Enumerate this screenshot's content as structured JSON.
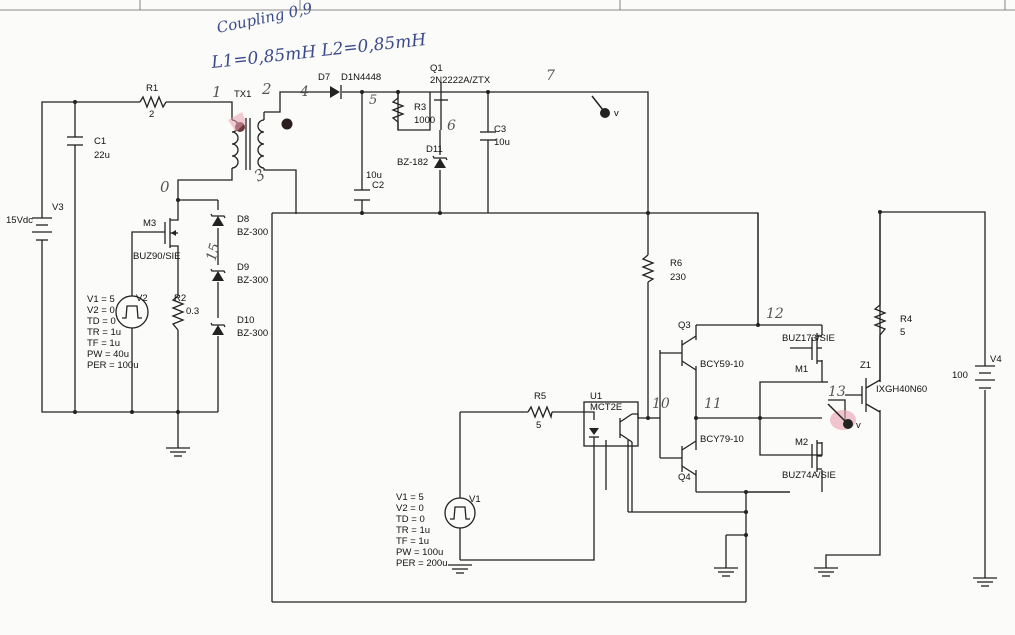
{
  "annotations": {
    "coupling": "Coupling 0,9",
    "l1": "L1=0,85mH",
    "l2": "L2=0,85mH",
    "n1": "1",
    "n2": "2",
    "n3": "3",
    "n4": "4",
    "n5": "5",
    "n6": "6",
    "n7": "7",
    "n0": "0",
    "n15": "15",
    "n10": "10",
    "n11": "11",
    "n12": "12",
    "n13": "13"
  },
  "components": {
    "r1": {
      "name": "R1",
      "value": "2"
    },
    "c1": {
      "name": "C1",
      "value": "22u"
    },
    "v3": {
      "name": "V3",
      "value": "15Vdc"
    },
    "tx1": {
      "name": "TX1"
    },
    "d7": {
      "name": "D7",
      "part": "D1N4448"
    },
    "q1": {
      "name": "Q1",
      "part": "2N2222A/ZTX"
    },
    "r3": {
      "name": "R3",
      "value": "1000"
    },
    "c3": {
      "name": "C3",
      "value": "10u"
    },
    "d11": {
      "name": "D11",
      "part": "BZ-182"
    },
    "c2": {
      "name": "C2",
      "value": "10u"
    },
    "m3": {
      "name": "M3",
      "part": "BUZ90/SIE"
    },
    "d8": {
      "name": "D8",
      "part": "BZ-300"
    },
    "d9": {
      "name": "D9",
      "part": "BZ-300"
    },
    "d10": {
      "name": "D10",
      "part": "BZ-300"
    },
    "r2": {
      "name": "R2",
      "value": "0.3"
    },
    "v2": {
      "name": "V2",
      "params": [
        "V1 = 5",
        "V2 = 0",
        "TD = 0",
        "TR = 1u",
        "TF = 1u",
        "PW = 40u",
        "PER = 100u"
      ]
    },
    "r6": {
      "name": "R6",
      "value": "230"
    },
    "q3": {
      "name": "Q3",
      "part": "BCY59-10"
    },
    "q4": {
      "name": "Q4",
      "part": "BCY79-10"
    },
    "m1": {
      "name": "M1",
      "part": "BUZ173/SIE"
    },
    "m2": {
      "name": "M2",
      "part": "BUZ74A/SIE"
    },
    "r5": {
      "name": "R5",
      "value": "5"
    },
    "u1": {
      "name": "U1",
      "part": "MCT2E"
    },
    "v1": {
      "name": "V1",
      "params": [
        "V1 = 5",
        "V2 = 0",
        "TD = 0",
        "TR = 1u",
        "TF = 1u",
        "PW = 100u",
        "PER = 200u"
      ]
    },
    "r4": {
      "name": "R4",
      "value": "5"
    },
    "z1": {
      "name": "Z1",
      "part": "IXGH40N60"
    },
    "v4": {
      "name": "V4",
      "value": "100"
    }
  },
  "probes": {
    "probe1": "v",
    "probe2": "v"
  },
  "colors": {
    "ink": "#222222",
    "pencil": "#3a4a8a",
    "highlight": "#d9557a"
  }
}
